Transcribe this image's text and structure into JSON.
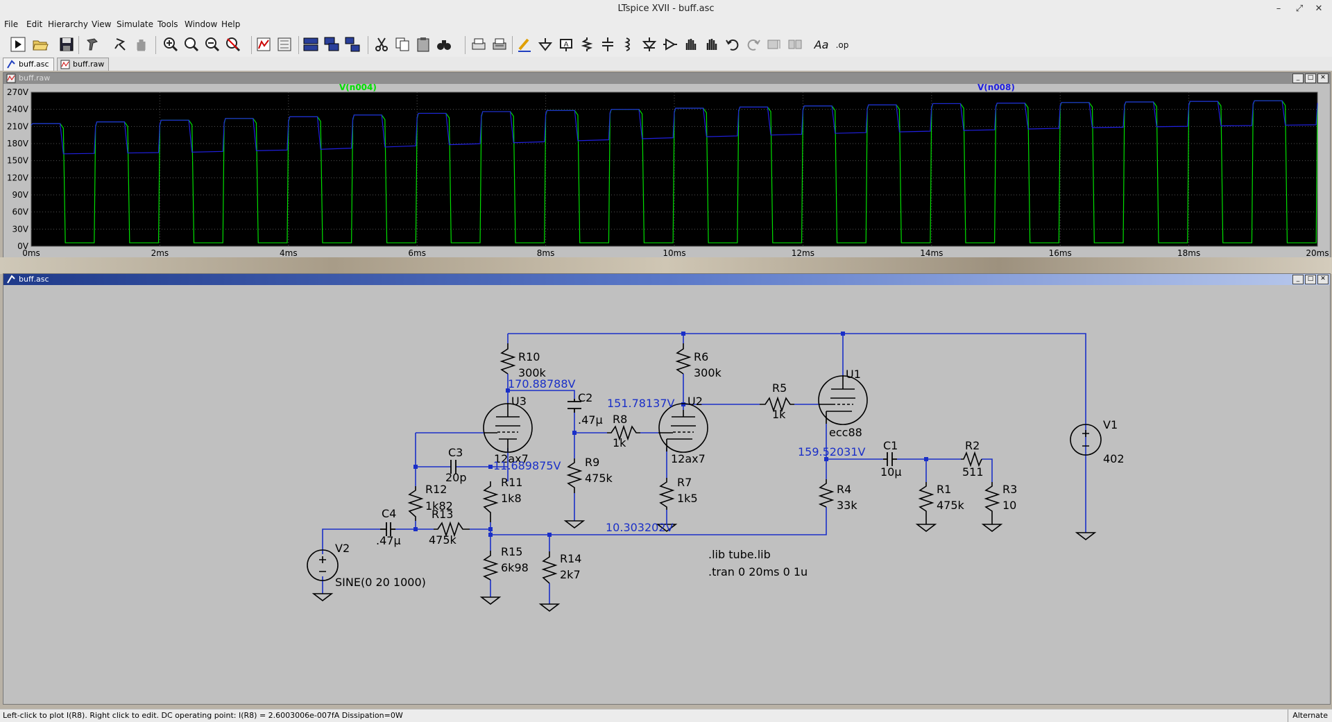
{
  "app": {
    "title": "LTspice XVII - buff.asc",
    "window_buttons": [
      "–",
      "⤢",
      "✕"
    ]
  },
  "menu": [
    "File",
    "Edit",
    "Hierarchy",
    "View",
    "Simulate",
    "Tools",
    "Window",
    "Help"
  ],
  "toolbar_icons": [
    "run-icon",
    "open-icon",
    "save-icon",
    "control-panel-icon",
    "halt-icon",
    "pan-icon",
    "zoom-in-icon",
    "zoom-full-icon",
    "zoom-out-icon",
    "zoom-cancel-icon",
    "autorange-icon",
    "plot-settings-icon",
    "tile-horizontal-icon",
    "cascade-icon",
    "tile-vertical-icon",
    "cut-icon",
    "copy-icon",
    "paste-icon",
    "find-icon",
    "print-setup-icon",
    "print-icon",
    "draw-wire-icon",
    "ground-icon",
    "label-net-icon",
    "resistor-icon",
    "capacitor-icon",
    "inductor-icon",
    "diode-icon",
    "component-icon",
    "move-icon",
    "drag-icon",
    "undo-icon",
    "redo-icon",
    "rotate-icon",
    "mirror-icon",
    "text-icon",
    "spice-directive-icon"
  ],
  "tabs": [
    {
      "label": "buff.asc",
      "active": true
    },
    {
      "label": "buff.raw",
      "active": false
    }
  ],
  "waveform": {
    "caption": "buff.raw",
    "traces": [
      {
        "name": "V(n004)",
        "color": "#00e000"
      },
      {
        "name": "V(n008)",
        "color": "#2020e0"
      }
    ],
    "y_ticks": [
      "270V",
      "240V",
      "210V",
      "180V",
      "150V",
      "120V",
      "90V",
      "60V",
      "30V",
      "0V"
    ],
    "x_ticks": [
      "0ms",
      "2ms",
      "4ms",
      "6ms",
      "8ms",
      "10ms",
      "12ms",
      "14ms",
      "16ms",
      "18ms",
      "20ms"
    ]
  },
  "chart_data": {
    "type": "line",
    "xlabel": "",
    "ylabel": "",
    "x_unit": "ms",
    "y_unit": "V",
    "xlim": [
      0,
      20
    ],
    "ylim": [
      0,
      270
    ],
    "grid": true,
    "series": [
      {
        "name": "V(n004)",
        "color": "#00e000",
        "shape": "square wave, 1 kHz, switches between ~6V and a high level rising from ~215V to ~255V",
        "cycles": [
          {
            "t0": 0.0,
            "high": 215
          },
          {
            "t0": 1.0,
            "high": 218
          },
          {
            "t0": 2.0,
            "high": 221
          },
          {
            "t0": 3.0,
            "high": 224
          },
          {
            "t0": 4.0,
            "high": 227
          },
          {
            "t0": 5.0,
            "high": 230
          },
          {
            "t0": 6.0,
            "high": 233
          },
          {
            "t0": 7.0,
            "high": 236
          },
          {
            "t0": 8.0,
            "high": 238
          },
          {
            "t0": 9.0,
            "high": 240
          },
          {
            "t0": 10.0,
            "high": 242
          },
          {
            "t0": 11.0,
            "high": 244
          },
          {
            "t0": 12.0,
            "high": 246
          },
          {
            "t0": 13.0,
            "high": 248
          },
          {
            "t0": 14.0,
            "high": 250
          },
          {
            "t0": 15.0,
            "high": 251
          },
          {
            "t0": 16.0,
            "high": 252
          },
          {
            "t0": 17.0,
            "high": 253
          },
          {
            "t0": 18.0,
            "high": 254
          },
          {
            "t0": 19.0,
            "high": 255
          }
        ],
        "low": 6
      },
      {
        "name": "V(n008)",
        "color": "#2020e0",
        "shape": "follows the high level of V(n004); during low half-cycles it sits at a slowly rising baseline",
        "baseline_points": [
          {
            "x": 0.5,
            "y": 162
          },
          {
            "x": 2.5,
            "y": 165
          },
          {
            "x": 4.5,
            "y": 170
          },
          {
            "x": 6.5,
            "y": 178
          },
          {
            "x": 8.5,
            "y": 185
          },
          {
            "x": 10.5,
            "y": 192
          },
          {
            "x": 12.5,
            "y": 198
          },
          {
            "x": 14.5,
            "y": 203
          },
          {
            "x": 16.5,
            "y": 208
          },
          {
            "x": 18.5,
            "y": 211
          },
          {
            "x": 20.0,
            "y": 213
          }
        ]
      }
    ]
  },
  "schematic": {
    "caption": "buff.asc",
    "components": [
      {
        "ref": "R10",
        "value": "300k"
      },
      {
        "ref": "R6",
        "value": "300k"
      },
      {
        "ref": "R5",
        "value": "1k"
      },
      {
        "ref": "U1",
        "value": "ecc88"
      },
      {
        "ref": "U3",
        "value": "12ax7"
      },
      {
        "ref": "U2",
        "value": "12ax7"
      },
      {
        "ref": "C2",
        "value": ".47µ"
      },
      {
        "ref": "R8",
        "value": "1k"
      },
      {
        "ref": "C3",
        "value": "20p"
      },
      {
        "ref": "R12",
        "value": "1k82"
      },
      {
        "ref": "R11",
        "value": "1k8"
      },
      {
        "ref": "R9",
        "value": "475k"
      },
      {
        "ref": "R7",
        "value": "1k5"
      },
      {
        "ref": "C1",
        "value": "10µ"
      },
      {
        "ref": "R2",
        "value": "511"
      },
      {
        "ref": "R1",
        "value": "475k"
      },
      {
        "ref": "R3",
        "value": "10"
      },
      {
        "ref": "R4",
        "value": "33k"
      },
      {
        "ref": "V1",
        "value": "402"
      },
      {
        "ref": "C4",
        "value": ".47µ"
      },
      {
        "ref": "R13",
        "value": "475k"
      },
      {
        "ref": "V2",
        "value": "SINE(0 20 1000)"
      },
      {
        "ref": "R15",
        "value": "6k98"
      },
      {
        "ref": "R14",
        "value": "2k7"
      }
    ],
    "voltages": [
      "170.88788V",
      "151.78137V",
      "11.689875V",
      "159.52031V",
      "10.303202V"
    ],
    "directives": [
      ".lib tube.lib",
      ".tran 0 20ms 0 1u"
    ]
  },
  "status": {
    "message": "Left-click to plot I(R8).  Right click to edit.  DC operating point: I(R8) = 2.6003006e-007fA   Dissipation=0W",
    "mode": "Alternate"
  }
}
